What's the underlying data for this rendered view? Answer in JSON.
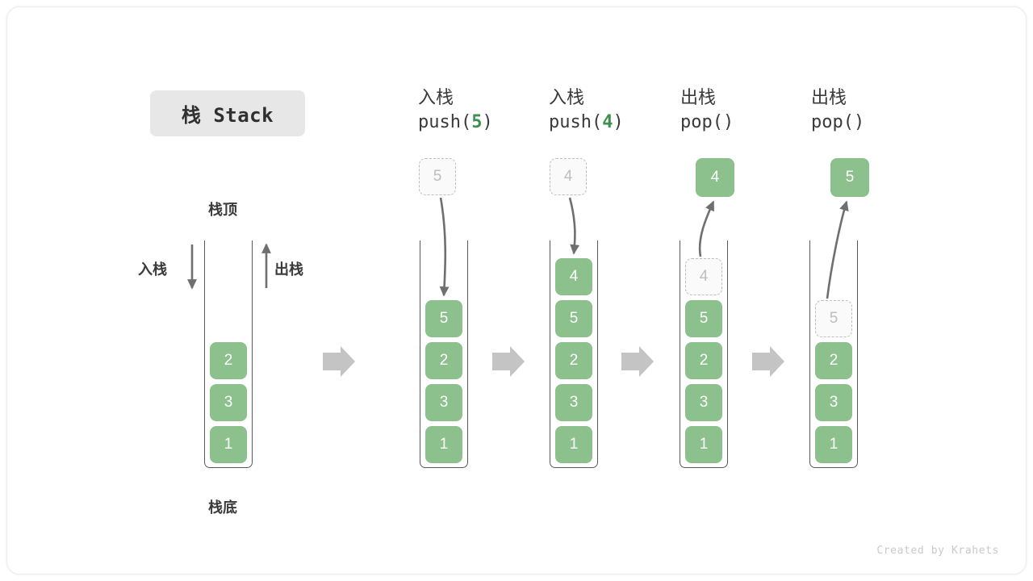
{
  "figure": {
    "title_badge": "栈 Stack",
    "footer": "Created by Krahets",
    "colors": {
      "cell_fill": "#8cc08c",
      "cell_text": "#ffffff",
      "ghost_fill": "#fafafa",
      "ghost_border": "#bdbdbd",
      "ghost_text": "#bdbdbd",
      "container_border": "#5a5a5a",
      "arrow_gray": "#6f6f6f",
      "block_arrow": "#c4c4c4",
      "badge_bg": "#e7e7e7",
      "accent_green": "#3f8f4f"
    }
  },
  "legend": {
    "top_label": "栈顶",
    "bottom_label": "栈底",
    "push_label": "入栈",
    "pop_label": "出栈"
  },
  "panels": [
    {
      "id": "initial",
      "op_cn": "",
      "op_code": "",
      "stack": [
        "2",
        "3",
        "1"
      ],
      "ghost": null,
      "result": null
    },
    {
      "id": "push-5",
      "op_cn": "入栈",
      "op_code_prefix": "push(",
      "op_code_num": "5",
      "op_code_suffix": ")",
      "stack": [
        "5",
        "2",
        "3",
        "1"
      ],
      "ghost": "5",
      "result": null
    },
    {
      "id": "push-4",
      "op_cn": "入栈",
      "op_code_prefix": "push(",
      "op_code_num": "4",
      "op_code_suffix": ")",
      "stack": [
        "4",
        "5",
        "2",
        "3",
        "1"
      ],
      "ghost": "4",
      "result": null
    },
    {
      "id": "pop-4",
      "op_cn": "出栈",
      "op_code_prefix": "pop(",
      "op_code_num": "",
      "op_code_suffix": ")",
      "stack": [
        "5",
        "2",
        "3",
        "1"
      ],
      "ghost": "4",
      "result": "4"
    },
    {
      "id": "pop-5",
      "op_cn": "出栈",
      "op_code_prefix": "pop(",
      "op_code_num": "",
      "op_code_suffix": ")",
      "stack": [
        "2",
        "3",
        "1"
      ],
      "ghost": "5",
      "result": "5"
    }
  ]
}
